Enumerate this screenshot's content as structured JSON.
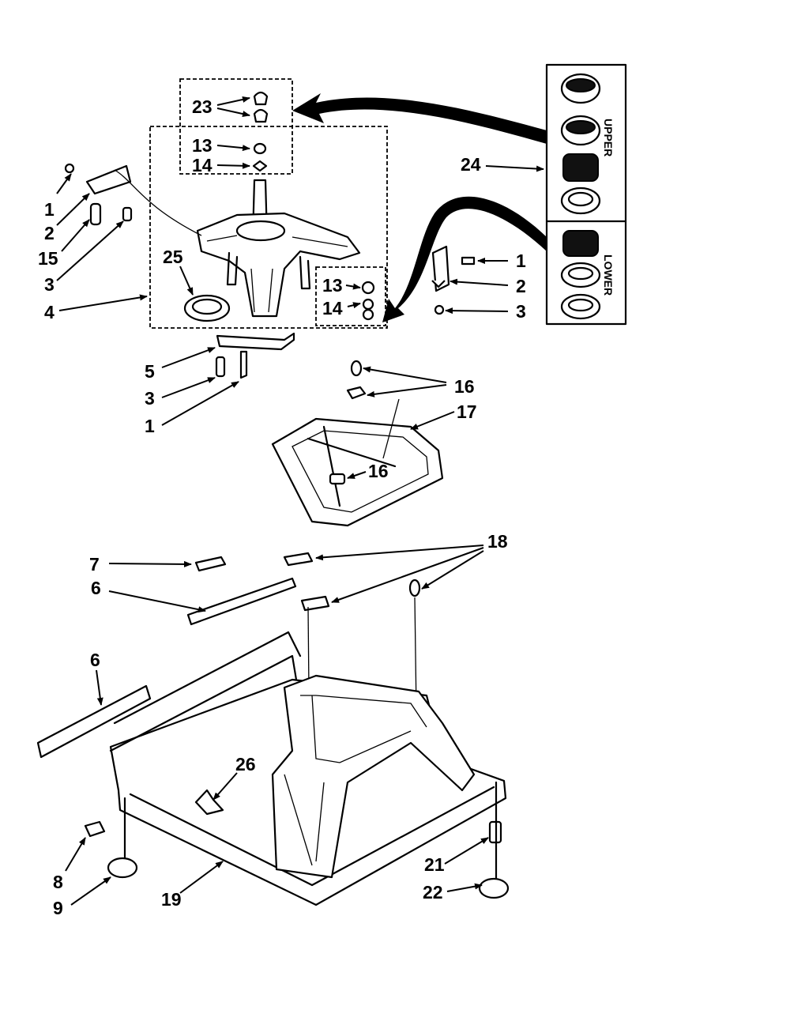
{
  "diagram": {
    "callouts": {
      "n23": "23",
      "n13_top": "13",
      "n14_top": "14",
      "n1_left": "1",
      "n2_left": "2",
      "n15": "15",
      "n3_left": "3",
      "n25": "25",
      "n4": "4",
      "n24": "24",
      "n1_right": "1",
      "n2_right": "2",
      "n3_right": "3",
      "n13_box": "13",
      "n14_box": "14",
      "n5": "5",
      "n3_lower": "3",
      "n1_lower": "1",
      "n16_top": "16",
      "n17": "17",
      "n16_bottom": "16",
      "n18": "18",
      "n7": "7",
      "n6_upper": "6",
      "n6_lower": "6",
      "n26": "26",
      "n8": "8",
      "n9": "9",
      "n19": "19",
      "n21": "21",
      "n22": "22"
    },
    "bearing_panel": {
      "upper_label": "UPPER",
      "lower_label": "LOWER"
    }
  }
}
